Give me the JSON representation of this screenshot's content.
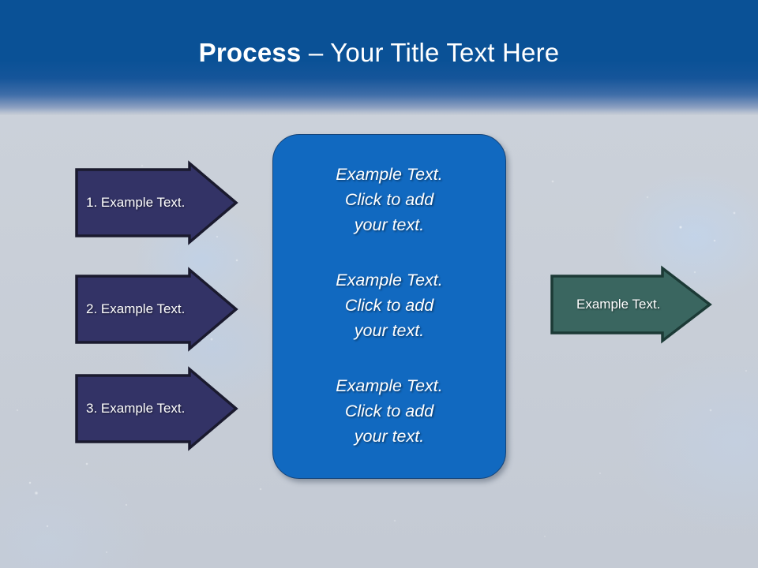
{
  "slide": {
    "title_bold": "Process",
    "title_rest": " – Your Title Text Here",
    "background_color": "#ccd2da",
    "header_color": "#0a5196"
  },
  "left_steps": [
    {
      "label": "1. Example Text.",
      "fill": "#333366",
      "stroke": "#1a1a2e"
    },
    {
      "label": "2. Example Text.",
      "fill": "#333366",
      "stroke": "#1a1a2e"
    },
    {
      "label": "3. Example Text.",
      "fill": "#333366",
      "stroke": "#1a1a2e"
    }
  ],
  "center_box": {
    "fill": "#1169c0",
    "stroke": "#14447a",
    "blocks": [
      "Example Text.\nClick  to add\nyour text.",
      "Example Text.\nClick  to add\nyour text.",
      "Example Text.\nClick  to add\nyour text."
    ]
  },
  "right_result": {
    "label": "Example Text.",
    "fill": "#3a6660",
    "stroke": "#1c3a36"
  }
}
